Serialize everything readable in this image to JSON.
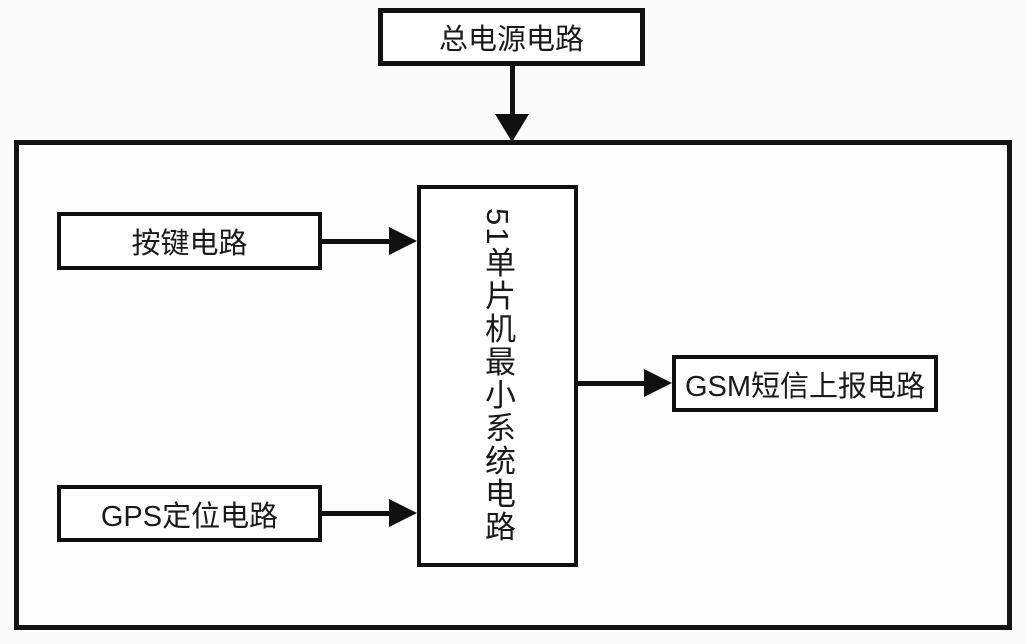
{
  "diagram": {
    "type": "block-diagram",
    "nodes": {
      "power": {
        "label": "总电源电路"
      },
      "button": {
        "label": "按键电路"
      },
      "gps": {
        "label": "GPS定位电路"
      },
      "mcu": {
        "label": "51单片机最小系统电路",
        "text_orientation": "vertical"
      },
      "gsm": {
        "label": "GSM短信上报电路"
      }
    },
    "edges": [
      {
        "from": "power",
        "to": "outer-frame",
        "direction": "down"
      },
      {
        "from": "button",
        "to": "mcu",
        "direction": "right"
      },
      {
        "from": "gps",
        "to": "mcu",
        "direction": "right"
      },
      {
        "from": "mcu",
        "to": "gsm",
        "direction": "right"
      }
    ],
    "colors": {
      "border": "#101010",
      "box_fill": "#fefefe",
      "background": "#fbfbfc",
      "text": "#1a1a1a"
    }
  }
}
